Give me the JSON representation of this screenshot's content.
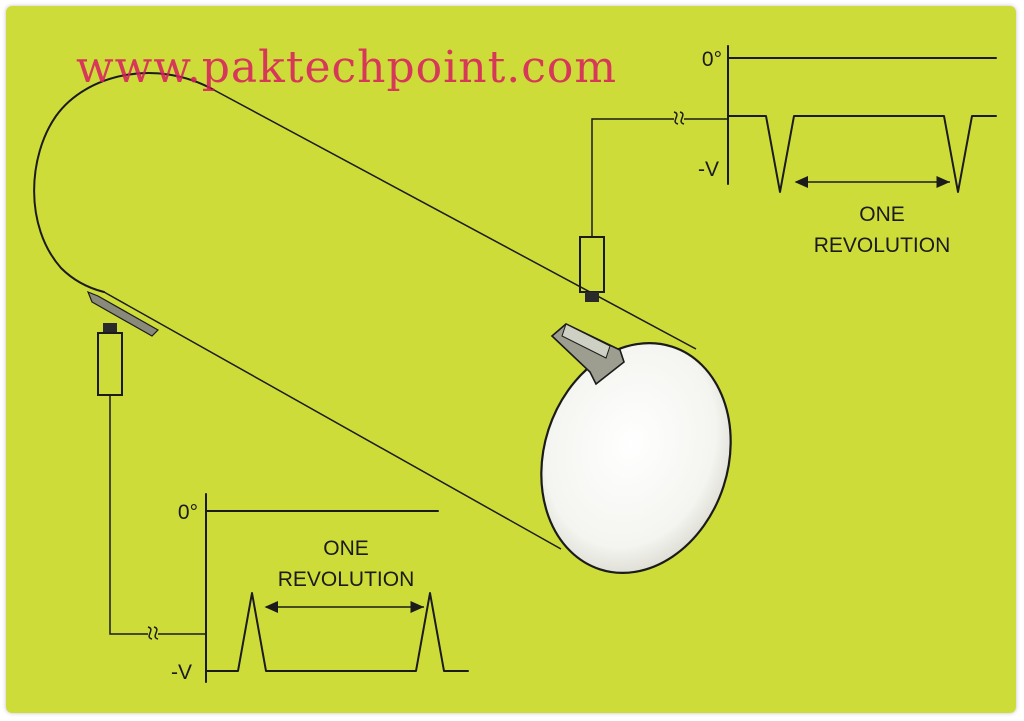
{
  "watermark": "www.paktechpoint.com",
  "colors": {
    "background": "#cddc39",
    "ink": "#1b1b1b",
    "watermark": "#d81b60",
    "disc": "#ffffff"
  },
  "top_probe": {
    "zero_label": "0°",
    "neg_label": "-V",
    "span_line1": "ONE",
    "span_line2": "REVOLUTION",
    "pulse_direction": "down"
  },
  "bottom_probe": {
    "zero_label": "0°",
    "neg_label": "-V",
    "span_line1": "ONE",
    "span_line2": "REVOLUTION",
    "pulse_direction": "up"
  }
}
